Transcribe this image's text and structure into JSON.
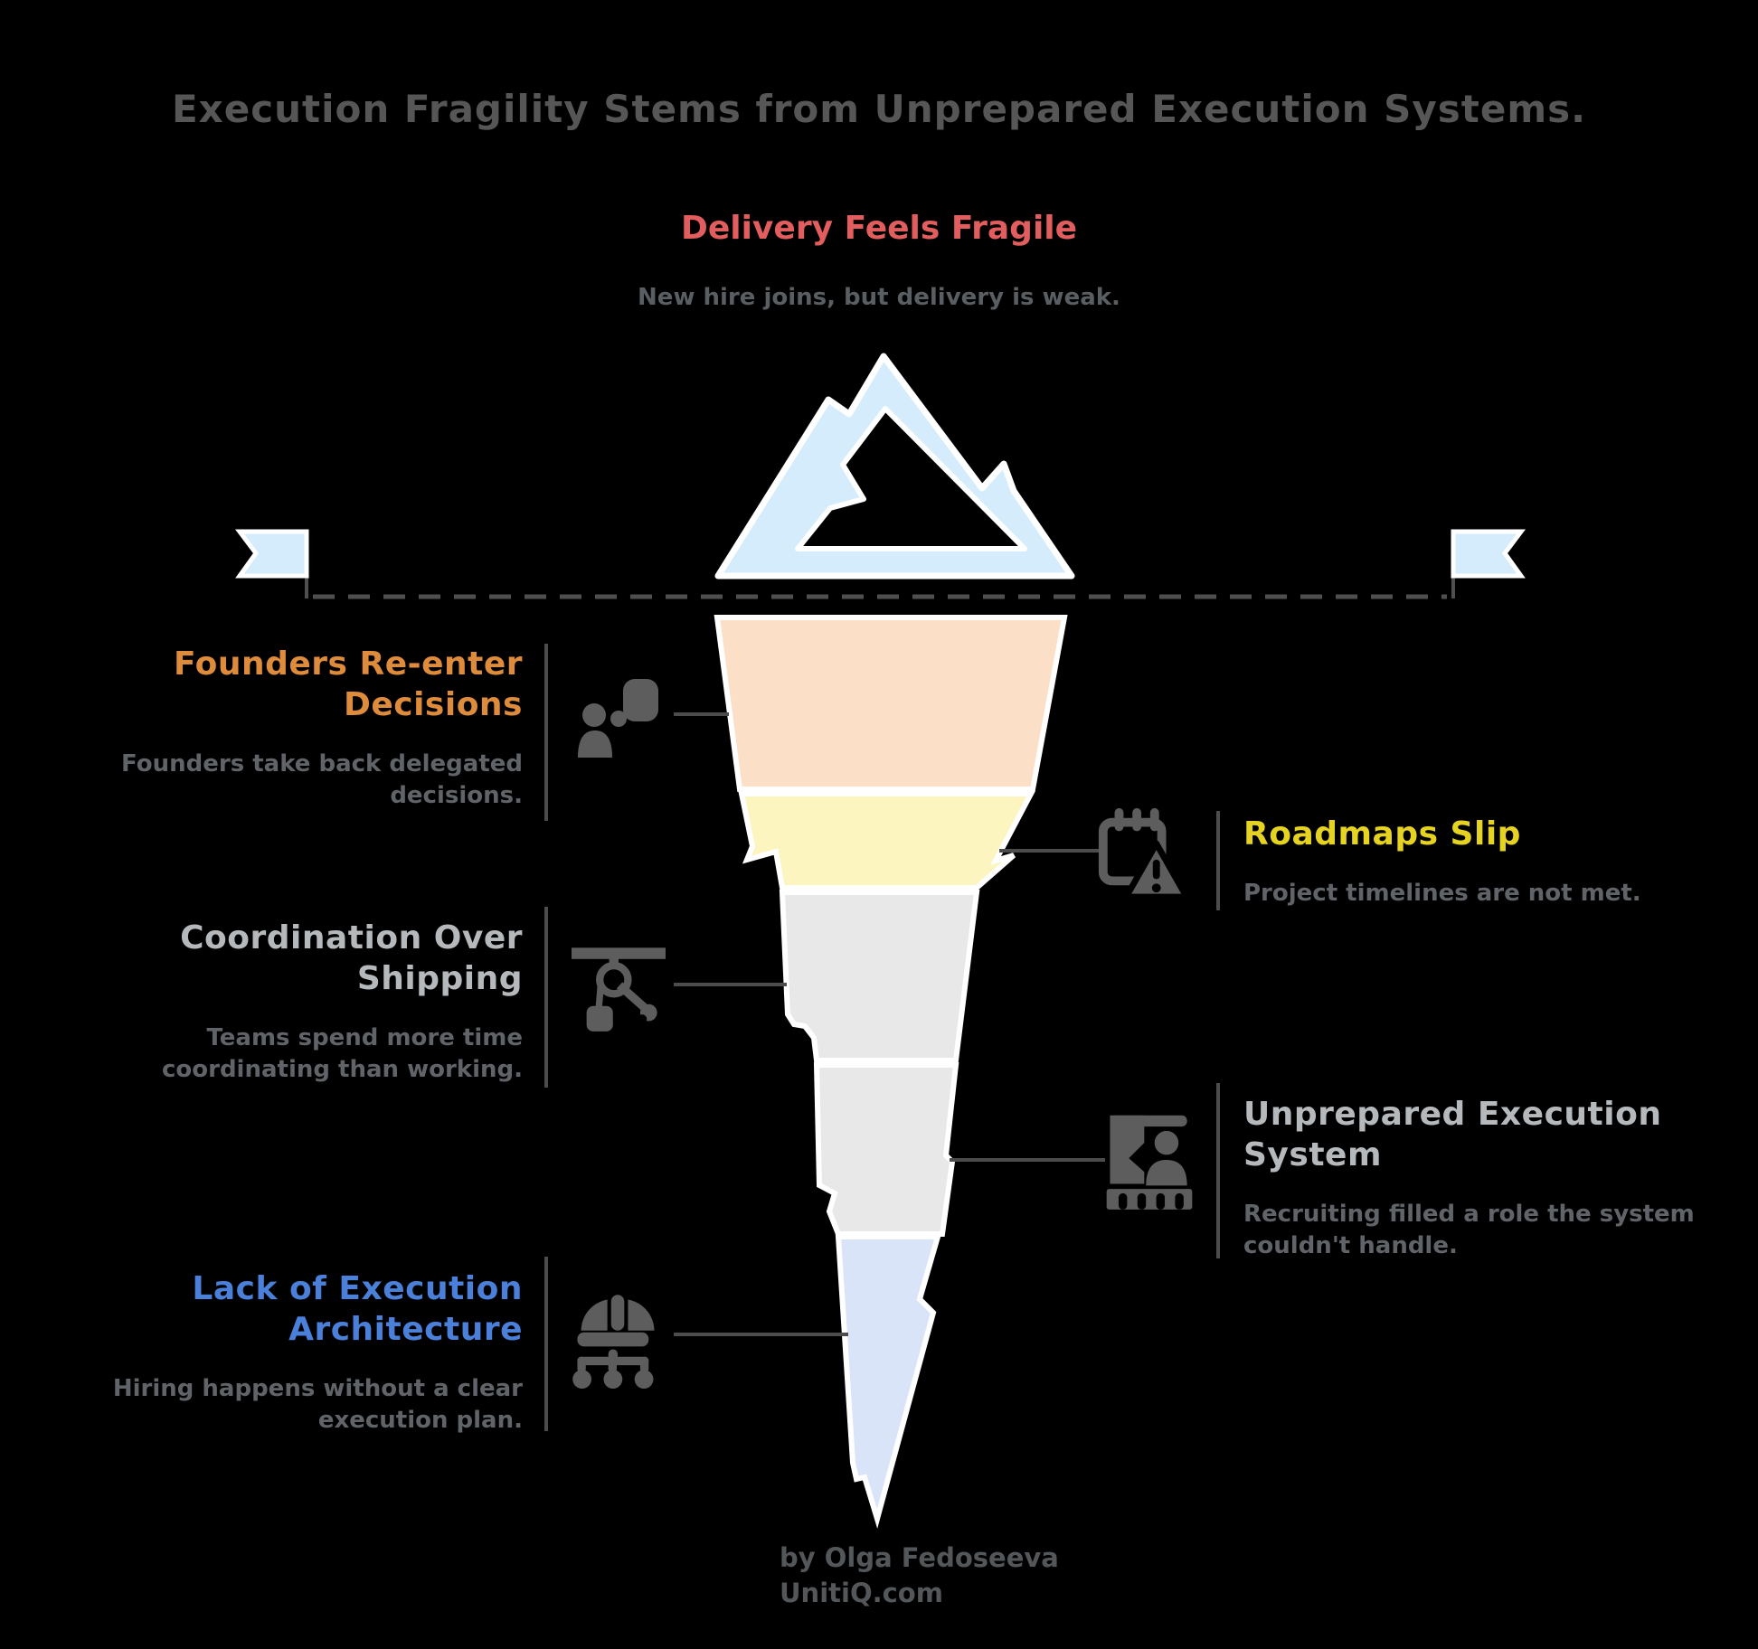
{
  "title": "Execution Fragility Stems from Unprepared Execution Systems.",
  "surface": {
    "heading": "Delivery Feels Fragile",
    "body": "New hire joins, but delivery is weak."
  },
  "sections": [
    {
      "id": "founders",
      "side": "left",
      "color": "#de8b3b",
      "icon": "person-gesture-icon",
      "heading": "Founders Re-enter Decisions",
      "body": "Founders take back delegated decisions."
    },
    {
      "id": "roadmaps",
      "side": "right",
      "color": "#e6d321",
      "icon": "calendar-warning-icon",
      "heading": "Roadmaps Slip",
      "body": "Project timelines are not met."
    },
    {
      "id": "coordination",
      "side": "left",
      "color": "#b5b9bc",
      "icon": "pulley-icon",
      "heading": "Coordination Over Shipping",
      "body": "Teams spend more time coordinating than working."
    },
    {
      "id": "unprepared",
      "side": "right",
      "color": "#b5b9bc",
      "icon": "screen-person-icon",
      "heading": "Unprepared Execution System",
      "body": "Recruiting filled a role the system couldn't handle."
    },
    {
      "id": "architecture",
      "side": "left",
      "color": "#4a80d9",
      "icon": "helmet-orgchart-icon",
      "heading": "Lack of Execution Architecture",
      "body": "Hiring happens without a clear execution plan."
    }
  ],
  "footer": {
    "line1": "by Olga Fedoseeva",
    "line2": "UnitiQ.com"
  },
  "colors": {
    "background": "#000000",
    "title_text": "#565656",
    "body_text": "#606468",
    "heading_red": "#e25d5d",
    "heading_orange": "#de8b3b",
    "heading_yellow": "#e6d321",
    "heading_gray": "#b5b9bc",
    "heading_blue": "#4a80d9",
    "ice_above_water": "#d4ecfb",
    "ice_layer_peach": "#fbdfc7",
    "ice_layer_yellow": "#fdf5bf",
    "ice_layer_gray": "#e8e8e8",
    "ice_layer_blue": "#d9e4f8",
    "line_gray": "#4c4c4c",
    "icon_gray": "#5d5d5d",
    "ice_outline": "#ffffff"
  }
}
